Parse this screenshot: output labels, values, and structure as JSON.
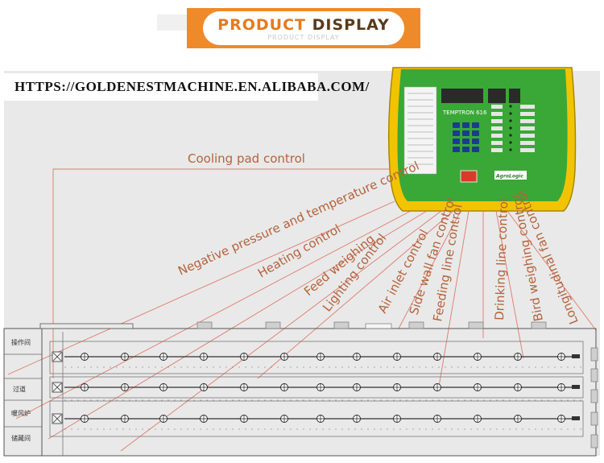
{
  "banner": {
    "title_part1": "PRODUCT",
    "title_part2": "DISPLAY",
    "subtitle": "PRODUCT DISPLAY",
    "colors": {
      "accent": "#ef8a2a",
      "dark": "#5a3a1a"
    }
  },
  "url": "HTTPS://GOLDENESTMACHINE.EN.ALIBABA.COM/",
  "controller": {
    "model": "TEMPTRON 616",
    "brand": "AgroLogic",
    "colors": {
      "housing": "#f2c400",
      "face": "#3aa836",
      "keypad": "#1b3c8c"
    }
  },
  "labels": {
    "cooling": "Cooling pad control",
    "negative": "Negative pressure and temperature control",
    "heating": "Heating control",
    "feed_weighing": "Feed weighing",
    "lighting": "Lighting control",
    "air_inlet": "Air inlet control",
    "side_wall": "Side wall fan control",
    "feeding_line": "Feeding line control",
    "drinking_line": "Drinking line control",
    "bird_weighing": "Bird weighing control",
    "longitudinal": "Longitudinal fan control",
    "label_color": "#b5623a"
  },
  "rooms": {
    "operation": "操作间",
    "corridor": "过道",
    "heater": "暖风炉",
    "storage": "储藏间"
  }
}
